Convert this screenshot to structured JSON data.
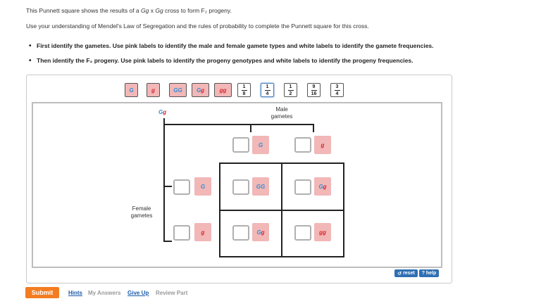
{
  "instructions": {
    "line1_pre": "This Punnett square shows the results of a ",
    "line1_cross_a": "Gg",
    "line1_mid": " x ",
    "line1_cross_b": "Gg",
    "line1_post": " cross to form F₂ progeny.",
    "line2": "Use your understanding of Mendel's Law of Segregation and the rules of probability to complete the Punnett square for this cross.",
    "bullet1": "First identify the gametes. Use pink labels to identify the male and female gamete types and white labels to identify the gamete frequencies.",
    "bullet2": "Then identify the F₂ progeny. Use pink labels to identify the progeny genotypes and white labels to identify the progeny frequencies."
  },
  "label_bank": {
    "pink": [
      "G",
      "g",
      "GG",
      "Gg",
      "gg"
    ],
    "fractions": [
      {
        "num": "1",
        "den": "8"
      },
      {
        "num": "1",
        "den": "4"
      },
      {
        "num": "1",
        "den": "2"
      },
      {
        "num": "9",
        "den": "16"
      },
      {
        "num": "3",
        "den": "4"
      }
    ]
  },
  "parents": {
    "male_genotype": "Gg"
  },
  "labels": {
    "male_gametes": "Male\ngametes",
    "female_gametes": "Female\ngametes"
  },
  "gametes": {
    "male": [
      "G",
      "g"
    ],
    "female": [
      "G",
      "g"
    ]
  },
  "progeny": [
    "GG",
    "Gg",
    "Gg",
    "gg"
  ],
  "controls": {
    "reset": "reset",
    "help": "? help"
  },
  "footer": {
    "submit": "Submit",
    "hints": "Hints",
    "my_answers": "My Answers",
    "give_up": "Give Up",
    "review_part": "Review Part"
  },
  "colors": {
    "blue_allele": "#2e8ed6",
    "red_allele": "#d9232e",
    "pink_label": "#f2b7b7",
    "submit": "#f47c20",
    "link": "#1a5aa8"
  }
}
